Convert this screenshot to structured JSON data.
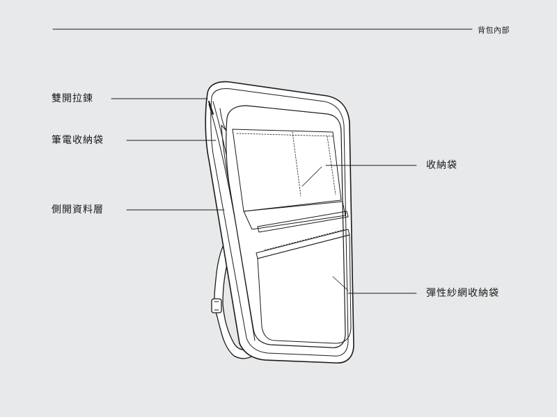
{
  "diagram": {
    "title": "背包內部",
    "labels": {
      "zipper": "雙開拉鍊",
      "laptop_pocket": "筆電收納袋",
      "side_access": "側開資料層",
      "organizer_pocket": "收納袋",
      "mesh_pocket": "彈性紗網收納袋"
    }
  },
  "colors": {
    "background": "#e8e9ea",
    "line": "#1a1a1a",
    "fill": "#ffffff"
  }
}
